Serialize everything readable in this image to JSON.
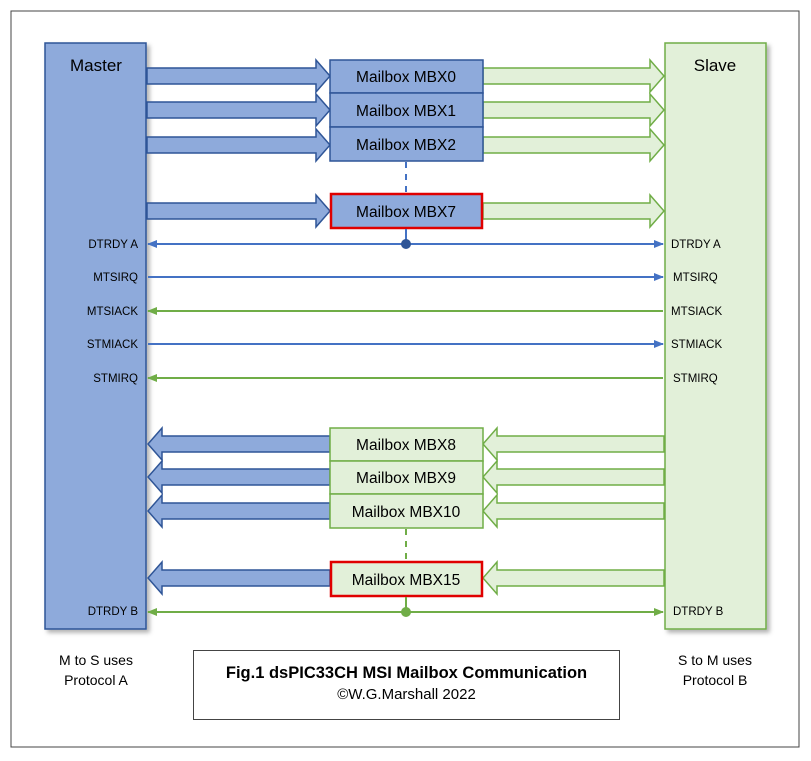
{
  "master": {
    "title": "Master",
    "footer": "M to S uses Protocol A",
    "footer_lines": [
      "M to S uses",
      "Protocol A"
    ]
  },
  "slave": {
    "title": "Slave",
    "footer_lines": [
      "S to M uses",
      "Protocol B"
    ]
  },
  "mailboxes_m2s": [
    "Mailbox MBX0",
    "Mailbox MBX1",
    "Mailbox MBX2",
    "Mailbox MBX7"
  ],
  "mailboxes_s2m": [
    "Mailbox MBX8",
    "Mailbox MBX9",
    "Mailbox MBX10",
    "Mailbox MBX15"
  ],
  "signals": {
    "dtrdy_a_left": "DTRDY A",
    "dtrdy_a_right": "DTRDY A",
    "mtsirq_left": "MTSIRQ",
    "mtsirq_right": "MTSIRQ",
    "mtsiack_left": "MTSIACK",
    "mtsiack_right": "MTSIACK",
    "stmiack_left": "STMIACK",
    "stmiack_right": "STMIACK",
    "stmirq_left": "STMIRQ",
    "stmirq_right": "STMIRQ",
    "dtrdy_b_left": "DTRDY B",
    "dtrdy_b_right": "DTRDY B"
  },
  "caption": {
    "title": "Fig.1 dsPIC33CH MSI Mailbox Communication",
    "copyright": "©W.G.Marshall 2022"
  },
  "colors": {
    "master_fill": "#8eaadb",
    "master_stroke": "#2f5597",
    "slave_fill": "#e2f0d9",
    "slave_stroke": "#70ad47",
    "blue_line": "#4472c4",
    "green_line": "#70ad47",
    "highlight": "#e00000"
  }
}
